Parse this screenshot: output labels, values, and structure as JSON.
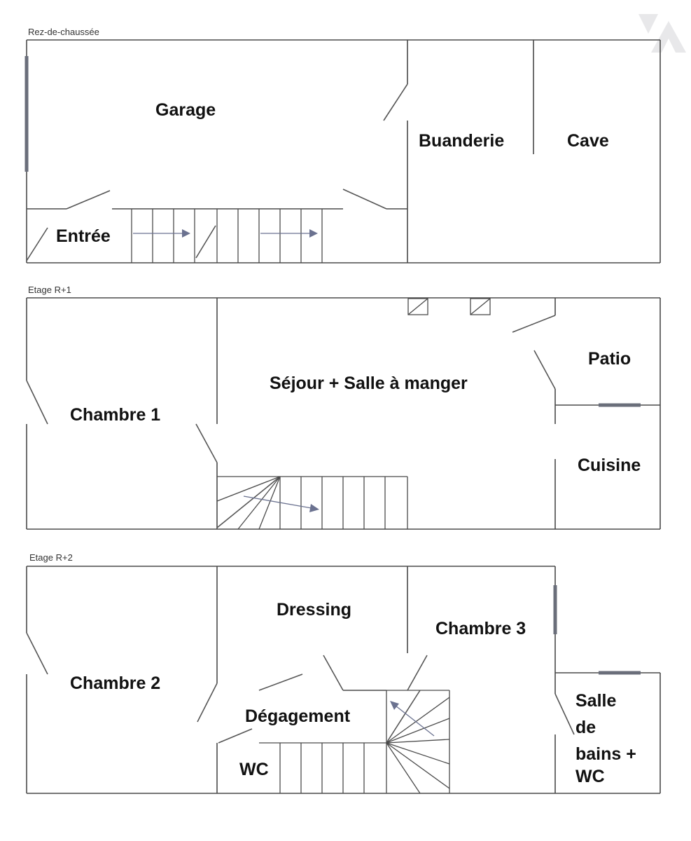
{
  "levels": {
    "ground": {
      "label": "Rez-de-chaussée",
      "rooms": {
        "garage": "Garage",
        "buanderie": "Buanderie",
        "cave": "Cave",
        "entree": "Entrée"
      }
    },
    "first": {
      "label": "Etage R+1",
      "rooms": {
        "chambre1": "Chambre 1",
        "sejour": "Séjour + Salle à manger",
        "patio": "Patio",
        "cuisine": "Cuisine"
      }
    },
    "second": {
      "label": "Etage R+2",
      "rooms": {
        "chambre2": "Chambre 2",
        "dressing": "Dressing",
        "chambre3": "Chambre 3",
        "degagement": "Dégagement",
        "wc": "WC",
        "sdb_lines": [
          "Salle",
          "de",
          "bains +",
          "WC"
        ]
      }
    }
  }
}
